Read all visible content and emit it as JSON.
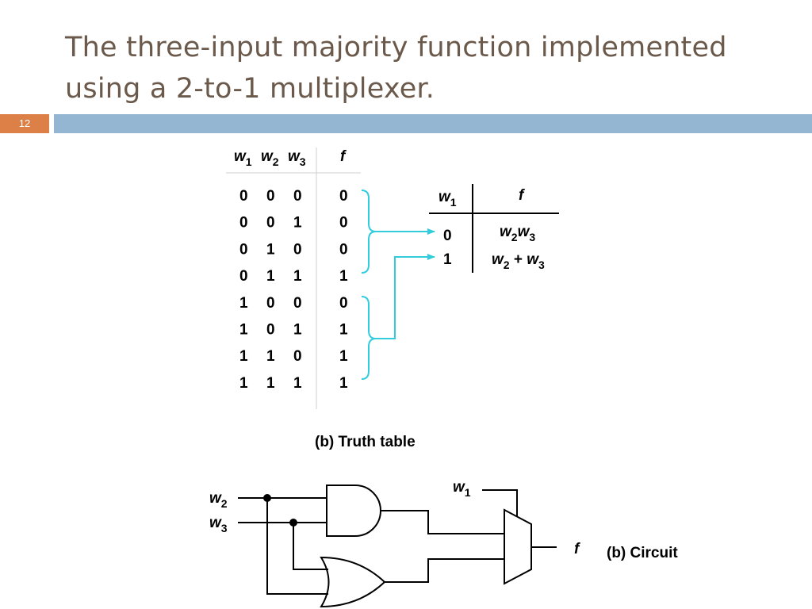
{
  "slide": {
    "title_line1": "The three-input majority function implemented",
    "title_line2": "using a 2-to-1 multiplexer.",
    "number": "12"
  },
  "colors": {
    "title": "#6b5a4b",
    "number_badge": "#dd8047",
    "title_bar": "#94b6d2",
    "arrow": "#33ccdd",
    "line": "#000000"
  },
  "truth_table": {
    "headers": [
      {
        "base": "w",
        "sub": "1"
      },
      {
        "base": "w",
        "sub": "2"
      },
      {
        "base": "w",
        "sub": "3"
      },
      {
        "base": "f",
        "sub": ""
      }
    ],
    "rows": [
      [
        "0",
        "0",
        "0",
        "0"
      ],
      [
        "0",
        "0",
        "1",
        "0"
      ],
      [
        "0",
        "1",
        "0",
        "0"
      ],
      [
        "0",
        "1",
        "1",
        "1"
      ],
      [
        "1",
        "0",
        "0",
        "0"
      ],
      [
        "1",
        "0",
        "1",
        "1"
      ],
      [
        "1",
        "1",
        "0",
        "1"
      ],
      [
        "1",
        "1",
        "1",
        "1"
      ]
    ],
    "caption": "(b) Truth table"
  },
  "compact_table": {
    "header_w": "w",
    "header_w_sub": "1",
    "header_f": "f",
    "row0_in": "0",
    "row1_in": "1",
    "row0_out": [
      {
        "base": "w",
        "sub": "2"
      },
      {
        "base": "w",
        "sub": "3"
      }
    ],
    "row1_out": [
      {
        "base": "w",
        "sub": "2"
      },
      {
        "op": " + "
      },
      {
        "base": "w",
        "sub": "3"
      }
    ]
  },
  "circuit": {
    "inputs": [
      {
        "base": "w",
        "sub": "2"
      },
      {
        "base": "w",
        "sub": "3"
      }
    ],
    "select": {
      "base": "w",
      "sub": "1"
    },
    "output": "f",
    "caption": "(b) Circuit"
  }
}
